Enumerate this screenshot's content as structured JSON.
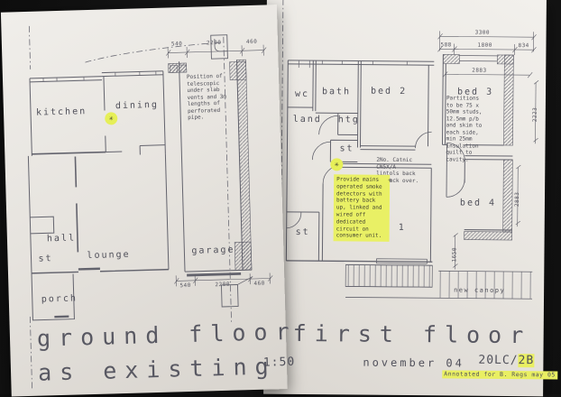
{
  "left_page": {
    "title_line1": "ground floor",
    "title_line2": "as existing",
    "scale": "1:50",
    "rooms": {
      "kitchen": "kitchen",
      "dining": "dining",
      "hall": "hall",
      "st": "st",
      "lounge": "lounge",
      "porch": "porch",
      "garage": "garage"
    },
    "note_vents": "Position of telescopic under slab vents and 3m lengths of perforated pipe.",
    "dims_top": [
      "540",
      "2200",
      "460"
    ],
    "dims_bottom": [
      "540",
      "2200",
      "460"
    ],
    "marker_symbol": "✳"
  },
  "right_page": {
    "title": "first floor",
    "date": "november 04",
    "drawing_ref": "20LC/",
    "revision": "2B",
    "annotation": "Annotated for B. Regs may 05",
    "rooms": {
      "wc": "wc",
      "bath": "bath",
      "bed2": "bed 2",
      "bed3": "bed 3",
      "land": "land",
      "htg": "htg",
      "st_upper": "st",
      "bed1": "bed 1",
      "bed4": "bed 4",
      "st_lower": "st"
    },
    "canopy_label": "new canopy",
    "note_partitions": "Partitions to be 75 x 50mm studs, 12.5mm p/b and skim to each side, min 25mm insulation quilt to cavity.",
    "note_lintels": "2No. Catnic CN5X/A lintols back to back over.",
    "note_smoke": "Provide mains operated smoke detectors with battery back up, linked and wired off dedicated circuit on consumer unit.",
    "smoke_symbol": "✳",
    "marker_symbol": "✳",
    "dims": {
      "overall": "3300",
      "sub": [
        "588",
        "1800",
        "834"
      ],
      "inner": "2883",
      "ext_depth": "2883",
      "right_edge": "2223",
      "stairs": "1650"
    }
  },
  "colors": {
    "highlight": "#e9ef62",
    "paper": "#e9e6e1",
    "ink": "#5a5a64"
  }
}
